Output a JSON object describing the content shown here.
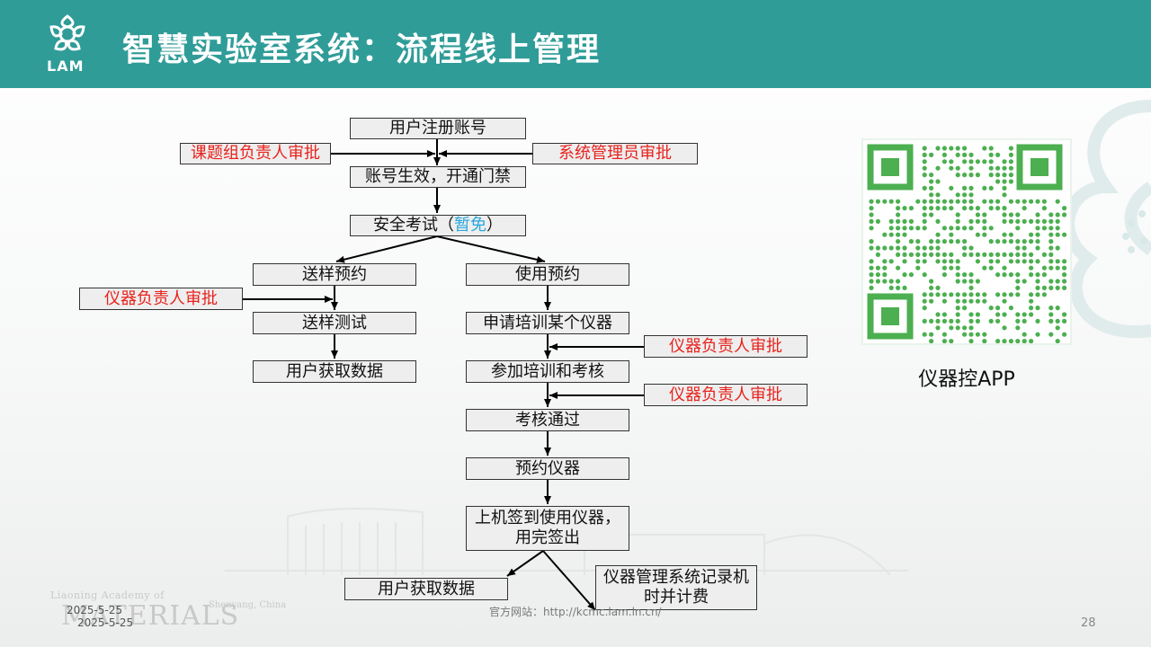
{
  "header": {
    "logo_text": "LAM",
    "title": "智慧实验室系统：流程线上管理",
    "bg_color": "#2f9c98"
  },
  "flow": {
    "register": "用户注册账号",
    "group_leader_approve": "课题组负责人审批",
    "sys_admin_approve": "系统管理员审批",
    "account_active": "账号生效，开通门禁",
    "safety_exam": "安全考试（",
    "safety_exam_exempt": "暂免",
    "safety_exam_close": "）",
    "sample_booking": "送样预约",
    "usage_booking": "使用预约",
    "instrument_owner_approve_1": "仪器负责人审批",
    "sample_test": "送样测试",
    "user_get_data_left": "用户获取数据",
    "apply_training": "申请培训某个仪器",
    "instrument_owner_approve_2": "仪器负责人审批",
    "join_training": "参加培训和考核",
    "instrument_owner_approve_3": "仪器负责人审批",
    "exam_passed": "考核通过",
    "book_instrument": "预约仪器",
    "checkin_use": "上机签到使用仪器，用完签出",
    "user_get_data_bottom": "用户获取数据",
    "system_record": "仪器管理系统记录机时并计费"
  },
  "qr": {
    "caption": "仪器控APP",
    "color": "#4caf50"
  },
  "footer": {
    "date_1": "2025-5-25",
    "date_2": "2025-5-25",
    "website": "官方网站：http://kcmc.lam.ln.cn/",
    "page_number": "28",
    "watermark_top": "Liaoning Academy of",
    "watermark_main": "MATERIALS",
    "watermark_city": "Shenyang, China"
  },
  "colors": {
    "approval_text": "#e8221d",
    "exempt_text": "#2aa7dd",
    "box_fill": "#eeeeee"
  }
}
